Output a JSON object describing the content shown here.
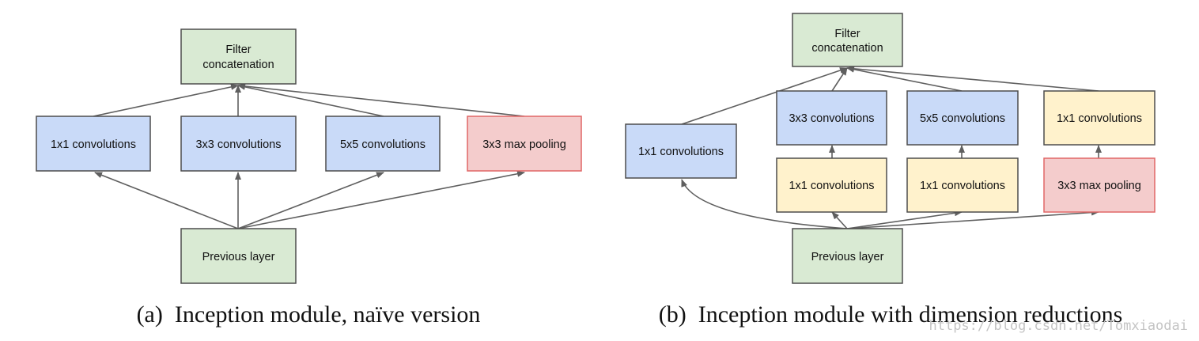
{
  "colors": {
    "green_fill": "#d9ead3",
    "blue_fill": "#c9daf8",
    "yellow_fill": "#fff2cc",
    "red_fill": "#f4cccc",
    "red_stroke": "#e06666",
    "dark_stroke": "#4d4d4d",
    "arrow": "#5f5f5f"
  },
  "diagram_a": {
    "caption": "(a)  Inception module, naïve version",
    "filter_concat": [
      "Filter",
      "concatenation"
    ],
    "conv_1x1": "1x1 convolutions",
    "conv_3x3": "3x3 convolutions",
    "conv_5x5": "5x5 convolutions",
    "max_pool": "3x3 max pooling",
    "previous_layer": "Previous layer"
  },
  "diagram_b": {
    "caption": "(b)  Inception module with dimension reductions",
    "filter_concat": [
      "Filter",
      "concatenation"
    ],
    "conv_1x1": "1x1 convolutions",
    "conv_3x3": "3x3 convolutions",
    "conv_5x5": "5x5 convolutions",
    "conv_1x1_after_pool": "1x1 convolutions",
    "reduce_before_3x3": "1x1 convolutions",
    "reduce_before_5x5": "1x1 convolutions",
    "max_pool": "3x3 max pooling",
    "previous_layer": "Previous layer"
  },
  "watermark": "https://blog.csdn.net/Tomxiaodai"
}
